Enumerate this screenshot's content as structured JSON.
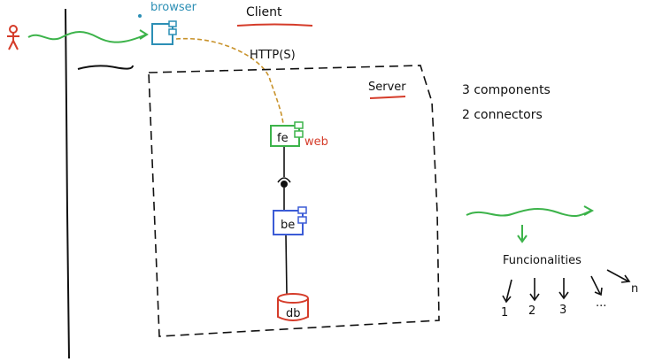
{
  "labels": {
    "browser": "browser",
    "client": "Client",
    "http": "HTTP(S)",
    "server": "Server",
    "fe": "fe",
    "web": "web",
    "be": "be",
    "db": "db",
    "components": "3 components",
    "connectors": "2 connectors",
    "funcionalities": "Funcionalities"
  },
  "functionality_items": [
    "1",
    "2",
    "3",
    "...",
    "n"
  ],
  "colors": {
    "green": "#3cb34a",
    "blue_component": "#3b5bd6",
    "browser_cyan": "#2c8fb5",
    "red": "#d53c2a",
    "orange_dashed": "#c8922a",
    "ink": "#111111"
  }
}
